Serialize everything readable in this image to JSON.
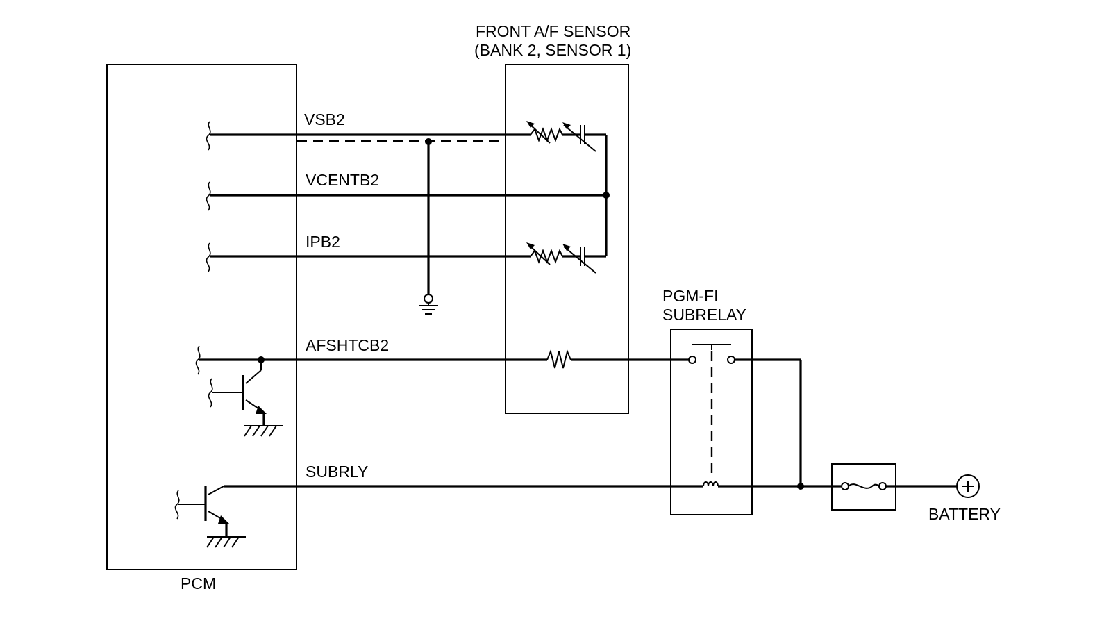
{
  "components": {
    "pcm": "PCM",
    "sensor_line1": "FRONT A/F SENSOR",
    "sensor_line2": "(BANK 2, SENSOR 1)",
    "subrelay_line1": "PGM-FI",
    "subrelay_line2": "SUBRELAY",
    "battery": "BATTERY"
  },
  "signals": {
    "vsb2": "VSB2",
    "vcentb2": "VCENTB2",
    "ipb2": "IPB2",
    "afshtcb2": "AFSHTCB2",
    "subrly": "SUBRLY"
  }
}
